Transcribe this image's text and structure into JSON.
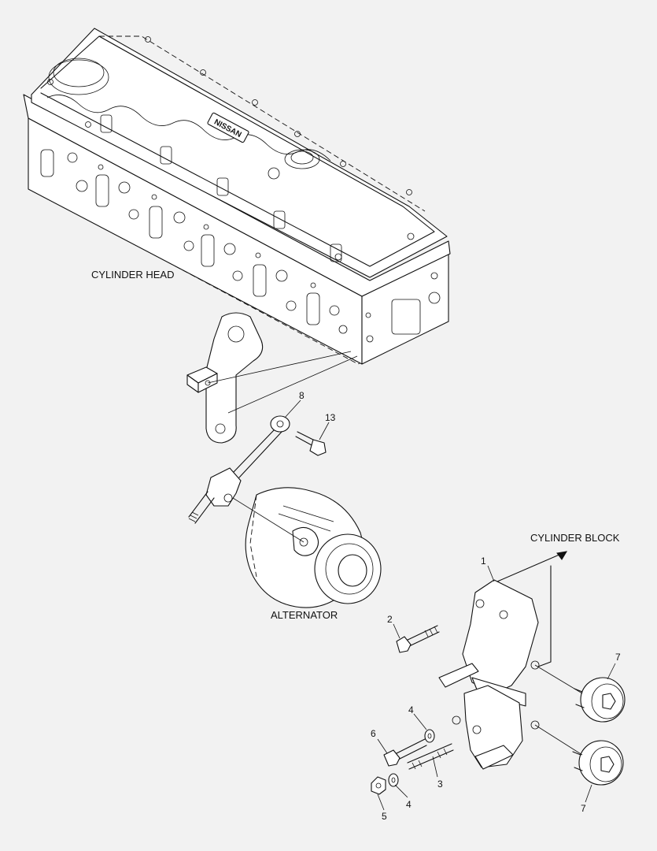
{
  "labels": {
    "cylinder_head": "CYLINDER HEAD",
    "cylinder_block": "CYLINDER BLOCK",
    "alternator": "ALTERNATOR",
    "cover_logo": "NISSAN"
  },
  "callouts": {
    "c1": "1",
    "c2": "2",
    "c3": "3",
    "c4a": "4",
    "c4b": "4",
    "c5": "5",
    "c6": "6",
    "c7a": "7",
    "c7b": "7",
    "c8": "8",
    "c13": "13"
  }
}
